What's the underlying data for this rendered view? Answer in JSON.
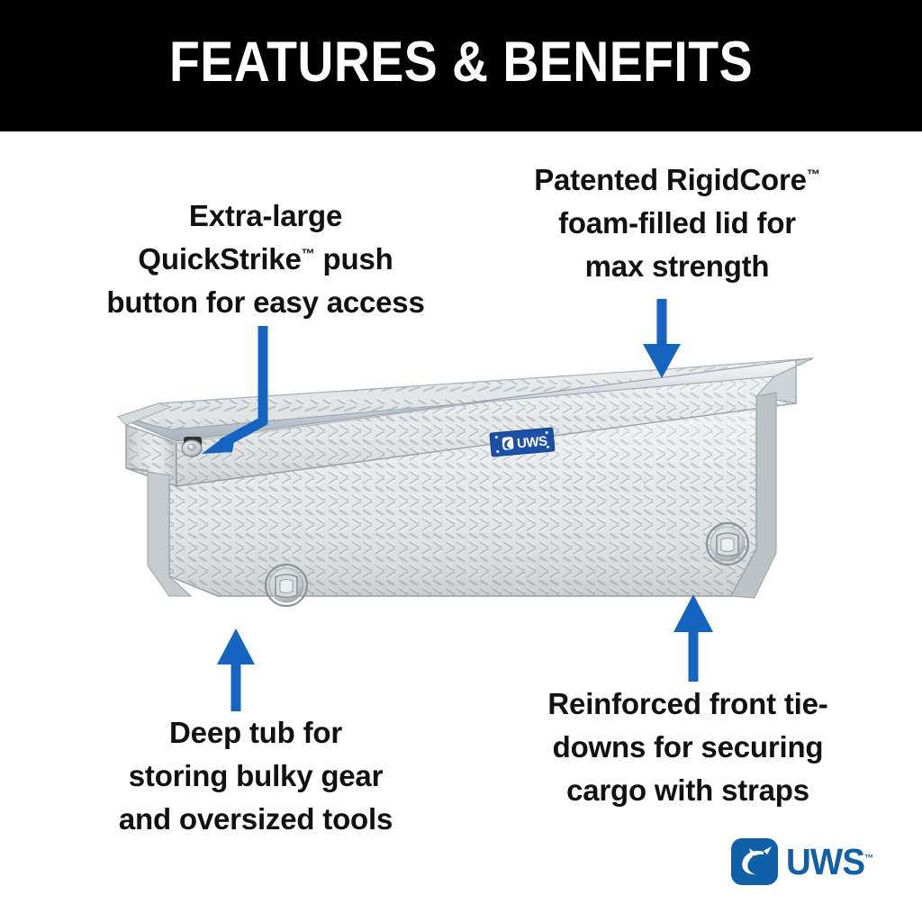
{
  "header": {
    "title": "FEATURES & BENEFITS",
    "background_color": "#000000",
    "text_color": "#ffffff"
  },
  "theme": {
    "accent_blue": "#1565C0",
    "logo_blue": "#1060a8",
    "metal_light": "#e9ebec",
    "metal_mid": "#d4d8da",
    "metal_dark": "#b9bfc2",
    "text_color": "#111111"
  },
  "callouts": [
    {
      "id": "quickstrike",
      "line1": "Extra-large",
      "line2_pre": "QuickStrike",
      "line2_tm": "™",
      "line2_post": " push",
      "line3": "button for easy access",
      "arrow": "bent-arrow-down-left",
      "points_to": "push-button-lock"
    },
    {
      "id": "rigidcore",
      "line1_pre": "Patented RigidCore",
      "line1_tm": "™",
      "line2": "foam-filled lid for",
      "line3": "max strength",
      "arrow": "arrow-down",
      "points_to": "lid-top"
    },
    {
      "id": "deeptub",
      "line1": "Deep tub for",
      "line2": "storing bulky gear",
      "line3": "and oversized tools",
      "arrow": "arrow-up",
      "points_to": "tub-body"
    },
    {
      "id": "tiedowns",
      "line1": "Reinforced front tie-",
      "line2": "downs for securing",
      "line3": "cargo with straps",
      "arrow": "arrow-up",
      "points_to": "tie-down-right"
    }
  ],
  "product": {
    "name": "crossover-truck-toolbox",
    "lid_badge_text": "UWS",
    "parts": [
      "lid-top",
      "lid-skirt",
      "tub-body",
      "left-end-cap",
      "right-end-cap",
      "push-button-lock",
      "tie-down-left",
      "tie-down-right",
      "uws-badge"
    ]
  },
  "footer": {
    "brand": "UWS",
    "brand_tm": "™",
    "mark": "marlin-fish-icon"
  }
}
